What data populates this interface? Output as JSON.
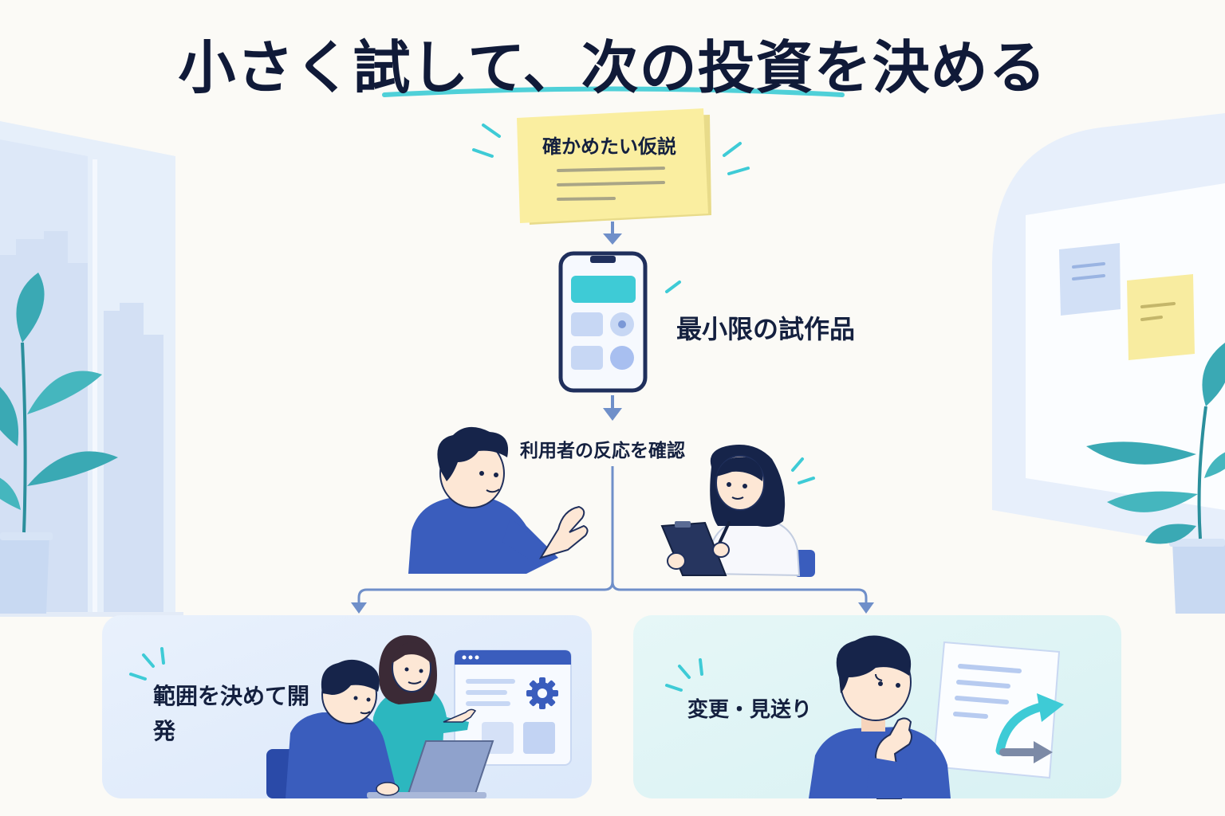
{
  "title": "小さく試して、次の投資を決める",
  "steps": {
    "hypothesis": "確かめたい仮説",
    "prototype": "最小限の試作品",
    "check_reaction": "利用者の反応を確認"
  },
  "outcomes": {
    "develop": "範囲を決めて開発",
    "change": "変更・見送り"
  },
  "colors": {
    "navy": "#14203f",
    "blue": "#3556b8",
    "teal": "#3ecbd6",
    "sticky": "#faeea0",
    "leaf": "#3aa9b4",
    "panel_left": "#e7f0fc",
    "panel_right": "#e2f6f6"
  },
  "icons": [
    "sticky-note-icon",
    "smartphone-icon",
    "clipboard-icon",
    "gear-icon",
    "laptop-icon",
    "document-icon",
    "curved-arrow-icon",
    "plant-icon",
    "window-icon"
  ]
}
